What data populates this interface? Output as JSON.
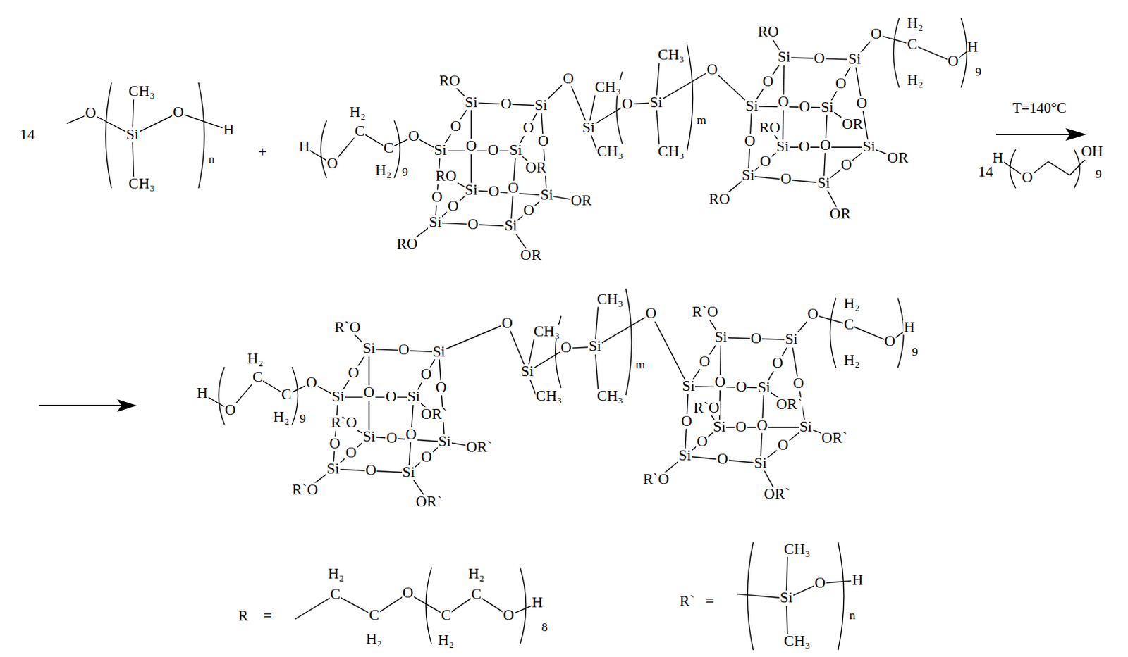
{
  "diagram": {
    "labels": [
      "14",
      "O",
      "CH₃",
      "Si",
      "CH₃",
      "O",
      "H",
      "n",
      "+",
      "Si",
      "Si",
      "Si",
      "Si",
      "Si",
      "Si",
      "Si",
      "Si",
      "RO",
      "OR",
      "RO",
      "OR",
      "RO",
      "OR",
      "O",
      "O",
      "O",
      "O",
      "O",
      "O",
      "O",
      "O",
      "O",
      "O",
      "O",
      "O",
      "H",
      "O",
      "H₂",
      "C",
      "C",
      "H₂",
      "9",
      "O",
      "O",
      "CH₃",
      "Si",
      "CH₃",
      "O",
      "CH₃",
      "Si",
      "CH₃",
      "m",
      "O",
      "Si",
      "Si",
      "Si",
      "Si",
      "Si",
      "Si",
      "Si",
      "Si",
      "RO",
      "OR",
      "RO",
      "OR",
      "RO",
      "OR",
      "O",
      "O",
      "O",
      "O",
      "O",
      "O",
      "O",
      "O",
      "O",
      "O",
      "O",
      "O",
      "O",
      "H₂",
      "C",
      "H₂",
      "O",
      "H",
      "9",
      "T=140°C",
      "14",
      "H",
      "O",
      "OH",
      "9",
      "Si",
      "Si",
      "Si",
      "Si",
      "Si",
      "Si",
      "Si",
      "Si",
      "R`O",
      "OR`",
      "R`O",
      "OR`",
      "R`O",
      "OR`",
      "O",
      "O",
      "O",
      "O",
      "O",
      "O",
      "O",
      "O",
      "O",
      "O",
      "O",
      "O",
      "H",
      "O",
      "H₂",
      "C",
      "C",
      "H₂",
      "9",
      "O",
      "O",
      "CH₃",
      "Si",
      "CH₃",
      "O",
      "CH₃",
      "Si",
      "CH₃",
      "m",
      "O",
      "Si",
      "Si",
      "Si",
      "Si",
      "Si",
      "Si",
      "Si",
      "Si",
      "R`O",
      "OR`",
      "R`O",
      "OR`",
      "R`O",
      "OR`",
      "O",
      "O",
      "O",
      "O",
      "O",
      "O",
      "O",
      "O",
      "O",
      "O",
      "O",
      "O",
      "O",
      "H₂",
      "C",
      "H₂",
      "O",
      "H",
      "9",
      "R",
      "=",
      "H₂",
      "C",
      "C",
      "H₂",
      "O",
      "C",
      "H₂",
      "H₂",
      "C",
      "O",
      "H",
      "8",
      "R`",
      "=",
      "CH₃",
      "Si",
      "CH₃",
      "O",
      "H",
      "n"
    ]
  }
}
